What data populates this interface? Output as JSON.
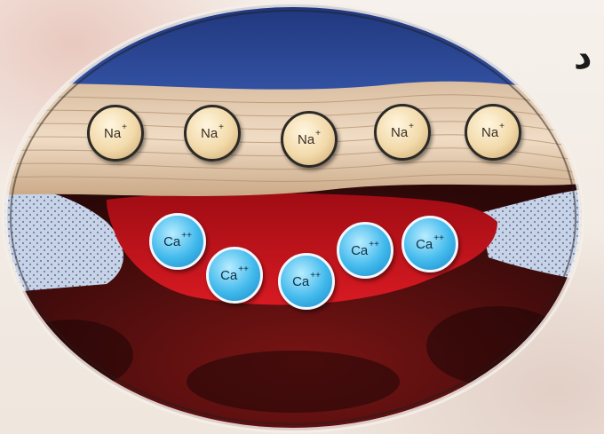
{
  "corner_glyph": "د",
  "sodium_ions": [
    {
      "symbol": "Na",
      "charge": "+"
    },
    {
      "symbol": "Na",
      "charge": "+"
    },
    {
      "symbol": "Na",
      "charge": "+"
    },
    {
      "symbol": "Na",
      "charge": "+"
    },
    {
      "symbol": "Na",
      "charge": "+"
    }
  ],
  "calcium_ions": [
    {
      "symbol": "Ca",
      "charge": "++"
    },
    {
      "symbol": "Ca",
      "charge": "++"
    },
    {
      "symbol": "Ca",
      "charge": "++"
    },
    {
      "symbol": "Ca",
      "charge": "++"
    },
    {
      "symbol": "Ca",
      "charge": "++"
    }
  ],
  "colors": {
    "sky_blue": "#2f4fa0",
    "fiber_band": "#e8d2bb",
    "blood_red": "#c4111a",
    "dark_tissue": "#3a0d0d",
    "sodium_ion": "#f2d9a9",
    "calcium_ion": "#41b9ec"
  }
}
